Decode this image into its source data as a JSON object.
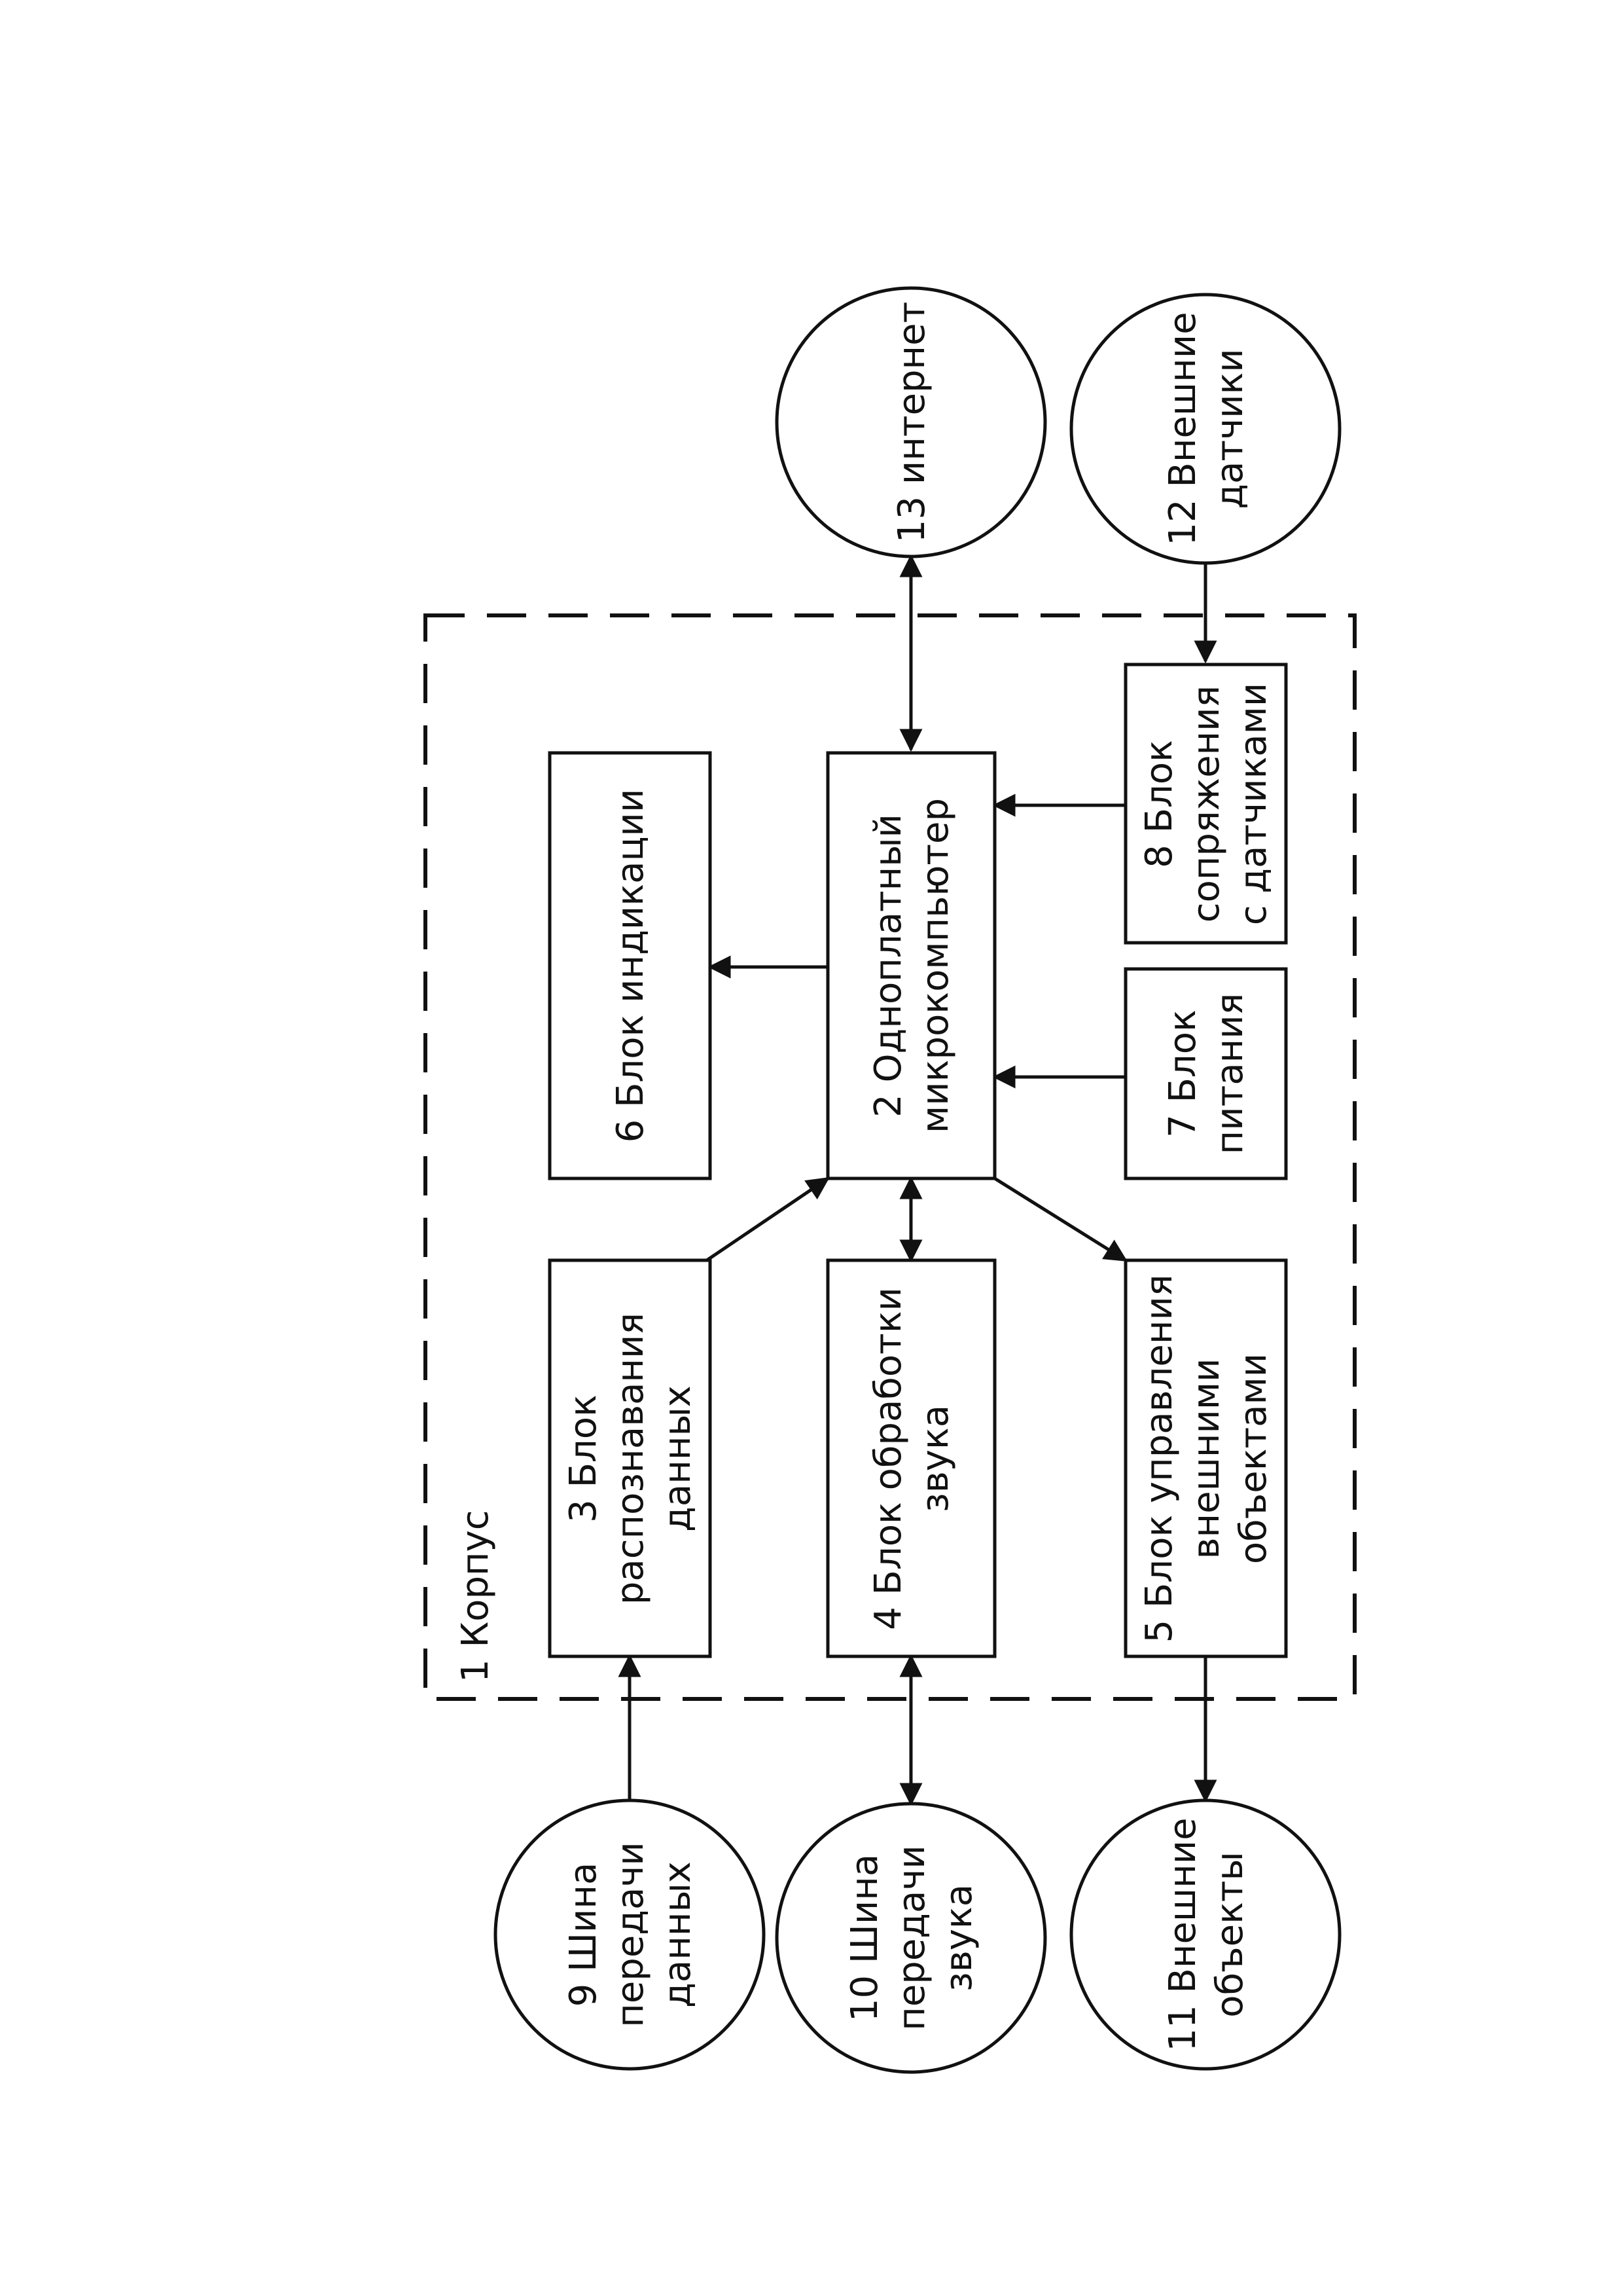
{
  "diagram": {
    "frame_label": "1 Корпус",
    "blocks": {
      "b2": [
        "2 Одноплатный",
        "микрокомпьютер"
      ],
      "b3": [
        "3 Блок",
        "распознавания",
        "данных"
      ],
      "b4": [
        "4 Блок обработки",
        "звука"
      ],
      "b5": [
        "5 Блок управления",
        "внешними",
        "объектами"
      ],
      "b6": [
        "6 Блок индикации"
      ],
      "b7": [
        "7 Блок",
        "питания"
      ],
      "b8": [
        "8 Блок",
        "сопряжения",
        "с датчиками"
      ]
    },
    "externals": {
      "e9": [
        "9 Шина",
        "передачи",
        "данных"
      ],
      "e10": [
        "10 Шина",
        "передачи",
        "звука"
      ],
      "e11": [
        "11 Внешние",
        "объекты"
      ],
      "e12": [
        "12 Внешние",
        "датчики"
      ],
      "e13": [
        "13 интернет"
      ]
    }
  }
}
